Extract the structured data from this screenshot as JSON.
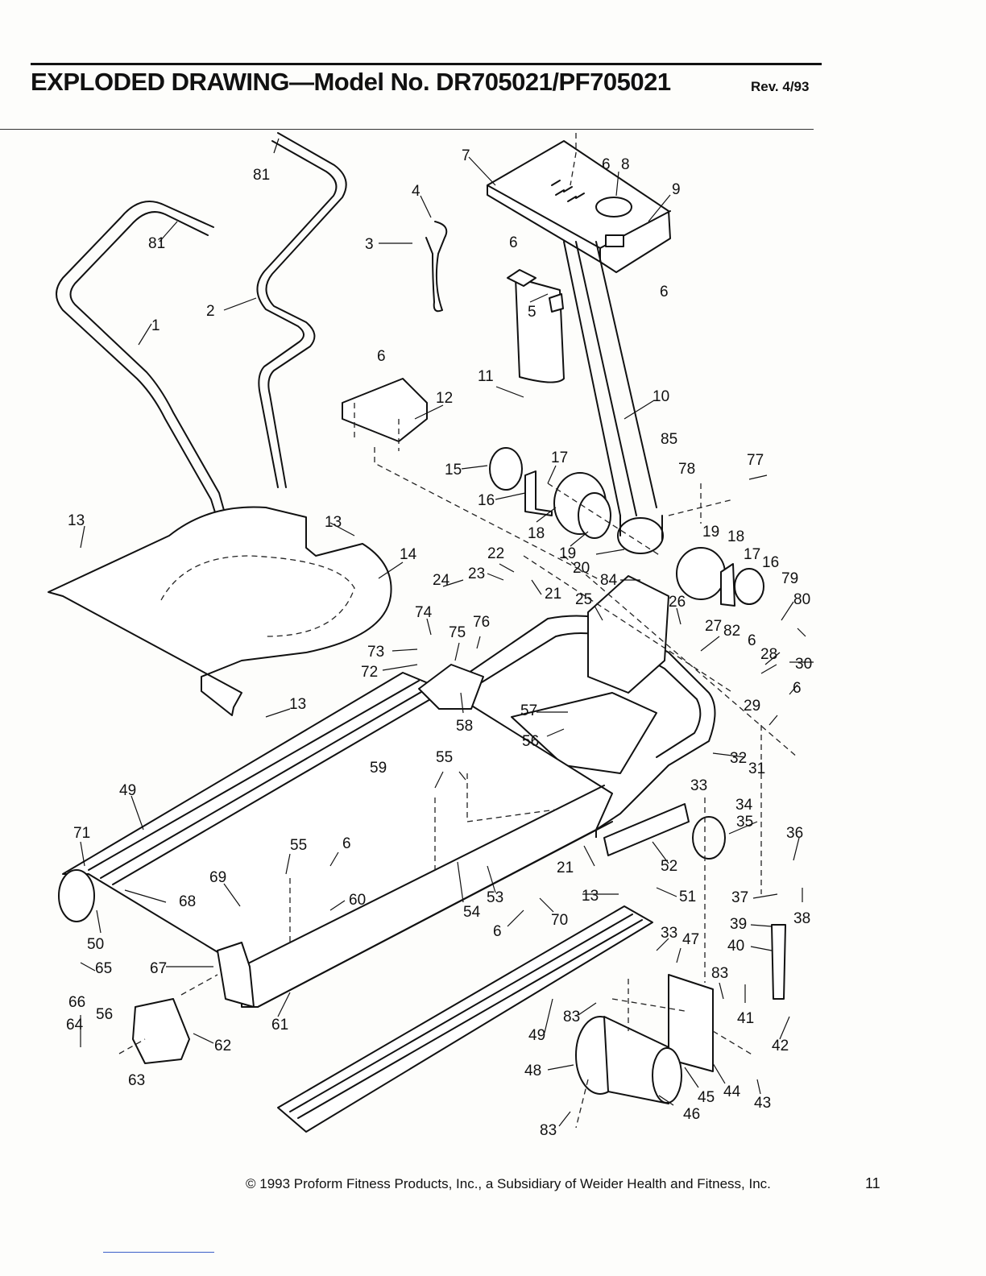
{
  "header": {
    "title": "EXPLODED DRAWING—Model No. DR705021/PF705021",
    "revision": "Rev. 4/93"
  },
  "diagram": {
    "part_labels": [
      "1",
      "2",
      "3",
      "4",
      "5",
      "6",
      "7",
      "8",
      "9",
      "10",
      "11",
      "12",
      "13",
      "14",
      "15",
      "16",
      "17",
      "18",
      "19",
      "20",
      "21",
      "22",
      "23",
      "24",
      "25",
      "26",
      "27",
      "28",
      "29",
      "30",
      "31",
      "32",
      "33",
      "34",
      "35",
      "36",
      "37",
      "38",
      "39",
      "40",
      "41",
      "42",
      "43",
      "44",
      "45",
      "46",
      "47",
      "48",
      "49",
      "50",
      "51",
      "52",
      "53",
      "54",
      "55",
      "56",
      "57",
      "58",
      "59",
      "60",
      "61",
      "62",
      "63",
      "64",
      "65",
      "66",
      "67",
      "68",
      "69",
      "70",
      "71",
      "72",
      "73",
      "74",
      "75",
      "76",
      "77",
      "78",
      "79",
      "80",
      "81",
      "82",
      "83",
      "84",
      "85"
    ]
  },
  "footer": {
    "copyright": "© 1993 Proform Fitness Products, Inc., a Subsidiary of Weider Health and Fitness, Inc.",
    "page_number": "11"
  }
}
